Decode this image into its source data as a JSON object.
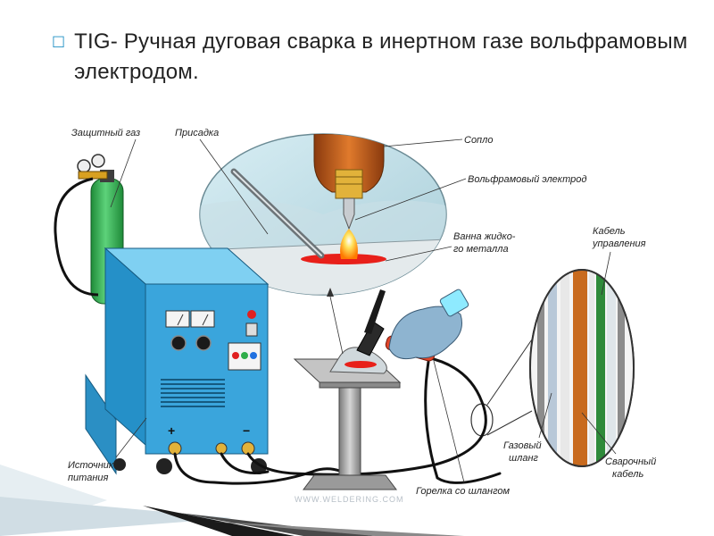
{
  "slide": {
    "bullet_icon": "square-bullet-icon",
    "title": "TIG- Ручная дуговая сварка в инертном газе вольфрамовым электродом."
  },
  "diagram": {
    "labels": {
      "shield_gas": "Защитный газ",
      "filler": "Присадка",
      "nozzle": "Сопло",
      "tungsten_electrode": "Вольфрамовый электрод",
      "weld_pool_line1": "Ванна жидко-",
      "weld_pool_line2": "го металла",
      "control_cable_line1": "Кабель",
      "control_cable_line2": "управления",
      "gas_hose_line1": "Газовый",
      "gas_hose_line2": "шланг",
      "welding_cable_line1": "Сварочный",
      "welding_cable_line2": "кабель",
      "power_source_line1": "Источник",
      "power_source_line2": "питания",
      "torch_hose": "Горелка со шлангом",
      "plus": "+",
      "minus": "−"
    },
    "watermark": "WWW.WELDERING.COM",
    "colors": {
      "machine": "#3aa5dc",
      "cylinder": "#2fae4a",
      "nozzle": "#c8641e",
      "flame": "#ffb000",
      "pool": "#e8201a",
      "hose": "#111111",
      "handle": "#e0452a",
      "glove": "#8eb4d0"
    }
  }
}
